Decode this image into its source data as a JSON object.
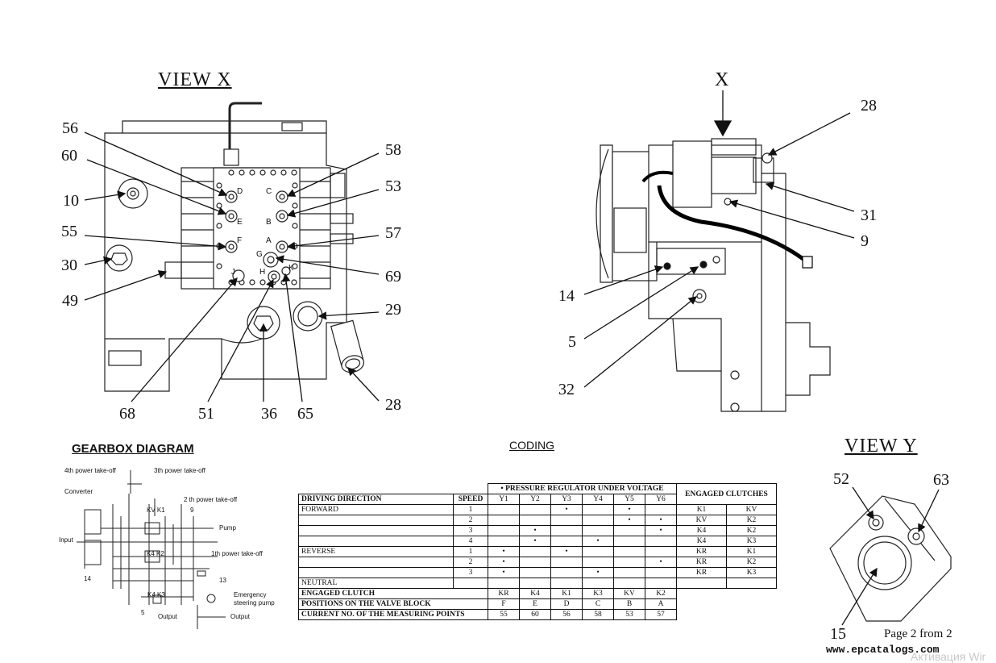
{
  "view_x": {
    "title": "VIEW   X",
    "callouts": [
      "56",
      "60",
      "10",
      "55",
      "30",
      "49",
      "58",
      "53",
      "57",
      "69",
      "29",
      "28",
      "68",
      "51",
      "36",
      "65"
    ],
    "valve_letters": [
      "D",
      "C",
      "E",
      "B",
      "F",
      "A",
      "G",
      "J",
      "H",
      "K"
    ]
  },
  "side_view": {
    "arrow_label": "X",
    "callouts": [
      "28",
      "31",
      "9",
      "14",
      "5",
      "32"
    ]
  },
  "view_y": {
    "title": "VIEW   Y",
    "callouts": [
      "52",
      "63",
      "15"
    ]
  },
  "gearbox": {
    "title": "GEARBOX DIAGRAM",
    "labels": {
      "pto4": "4th power take-off",
      "pto3": "3th power take-off",
      "pto2": "2 th power take-off",
      "pto1": "1th power take-off",
      "converter": "Converter",
      "input": "Input",
      "pump": "Pump",
      "kv_k1": "KV  K1",
      "k4_k2": "K4  K2",
      "k4_k3": "K4  K3",
      "n9": "9",
      "n14": "14",
      "n13": "13",
      "n5": "5",
      "emergency": "Emergency",
      "steering_pump": "steering pump",
      "output_left": "Output",
      "output_right": "Output"
    }
  },
  "coding": {
    "title": "CODING",
    "group_header": "• PRESSURE REGULATOR UNDER VOLTAGE",
    "clutch_header": "ENGAGED CLUTCHES",
    "col_direction": "DRIVING DIRECTION",
    "col_speed": "SPEED",
    "y_cols": [
      "Y1",
      "Y2",
      "Y3",
      "Y4",
      "Y5",
      "Y6"
    ],
    "rows": [
      {
        "dir": "FORWARD",
        "speed": "1",
        "y": [
          "",
          "",
          "•",
          "",
          "•",
          ""
        ],
        "c1": "K1",
        "c2": "KV"
      },
      {
        "dir": "",
        "speed": "2",
        "y": [
          "",
          "",
          "",
          "",
          "•",
          "•"
        ],
        "c1": "KV",
        "c2": "K2"
      },
      {
        "dir": "",
        "speed": "3",
        "y": [
          "",
          "•",
          "",
          "",
          "",
          "•"
        ],
        "c1": "K4",
        "c2": "K2"
      },
      {
        "dir": "",
        "speed": "4",
        "y": [
          "",
          "•",
          "",
          "•",
          "",
          ""
        ],
        "c1": "K4",
        "c2": "K3"
      },
      {
        "dir": "REVERSE",
        "speed": "1",
        "y": [
          "•",
          "",
          "•",
          "",
          "",
          ""
        ],
        "c1": "KR",
        "c2": "K1"
      },
      {
        "dir": "",
        "speed": "2",
        "y": [
          "•",
          "",
          "",
          "",
          "",
          "•"
        ],
        "c1": "KR",
        "c2": "K2"
      },
      {
        "dir": "",
        "speed": "3",
        "y": [
          "•",
          "",
          "",
          "•",
          "",
          ""
        ],
        "c1": "KR",
        "c2": "K3"
      },
      {
        "dir": "NEUTRAL",
        "speed": "",
        "y": [
          "",
          "",
          "",
          "",
          "",
          ""
        ],
        "c1": "",
        "c2": ""
      }
    ],
    "footer": [
      {
        "label": "ENGAGED CLUTCH",
        "values": [
          "KR",
          "K4",
          "K1",
          "K3",
          "KV",
          "K2"
        ]
      },
      {
        "label": "POSITIONS ON THE VALVE BLOCK",
        "values": [
          "F",
          "E",
          "D",
          "C",
          "B",
          "A"
        ]
      },
      {
        "label": "CURRENT NO. OF THE MEASURING POINTS",
        "values": [
          "55",
          "60",
          "56",
          "58",
          "53",
          "57"
        ]
      }
    ]
  },
  "footer": {
    "page": "Page 2 from 2",
    "url": "www.epcatalogs.com",
    "watermark": "Активация Wir"
  }
}
